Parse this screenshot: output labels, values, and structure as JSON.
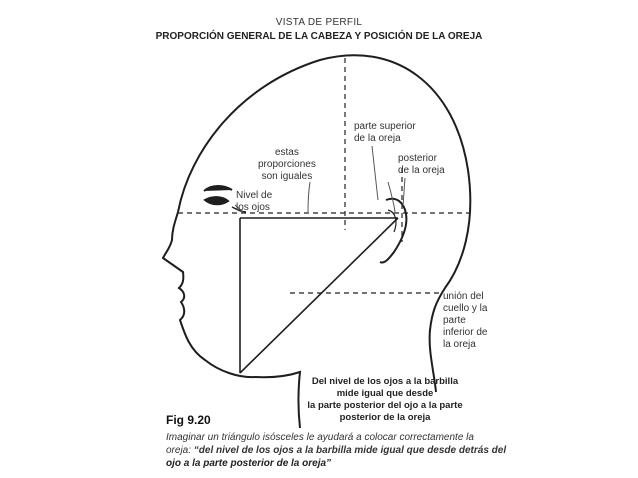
{
  "header": {
    "subtitle": "VISTA DE PERFIL",
    "title": "PROPORCIÓN GENERAL DE LA CABEZA Y POSICIÓN DE LA OREJA"
  },
  "labels": {
    "equal_proportions": [
      "estas",
      "proporciones",
      "son iguales"
    ],
    "top_of_ear": [
      "parte superior",
      "de la oreja"
    ],
    "back_of_ear": [
      "posterior",
      "de la oreja"
    ],
    "eye_level": [
      "Nivel de",
      "los ojos"
    ],
    "neck_junction": [
      "unión del",
      "cuello y la",
      "parte",
      "inferior  de",
      "la oreja"
    ]
  },
  "note": [
    "Del nivel de los ojos a la barbilla",
    "mide igual que desde",
    "la parte posterior del ojo a la parte",
    "posterior de la oreja"
  ],
  "figure": {
    "number": "Fig 9.20",
    "caption_line1": "Imaginar un triángulo isósceles  le ayudará a colocar correctamente la",
    "caption_line2_plain": "oreja: ",
    "caption_line2_bold": "“del nivel de los ojos a la barbilla mide igual que desde detrás del",
    "caption_line3_bold": "ojo a la parte posterior de la oreja”"
  }
}
